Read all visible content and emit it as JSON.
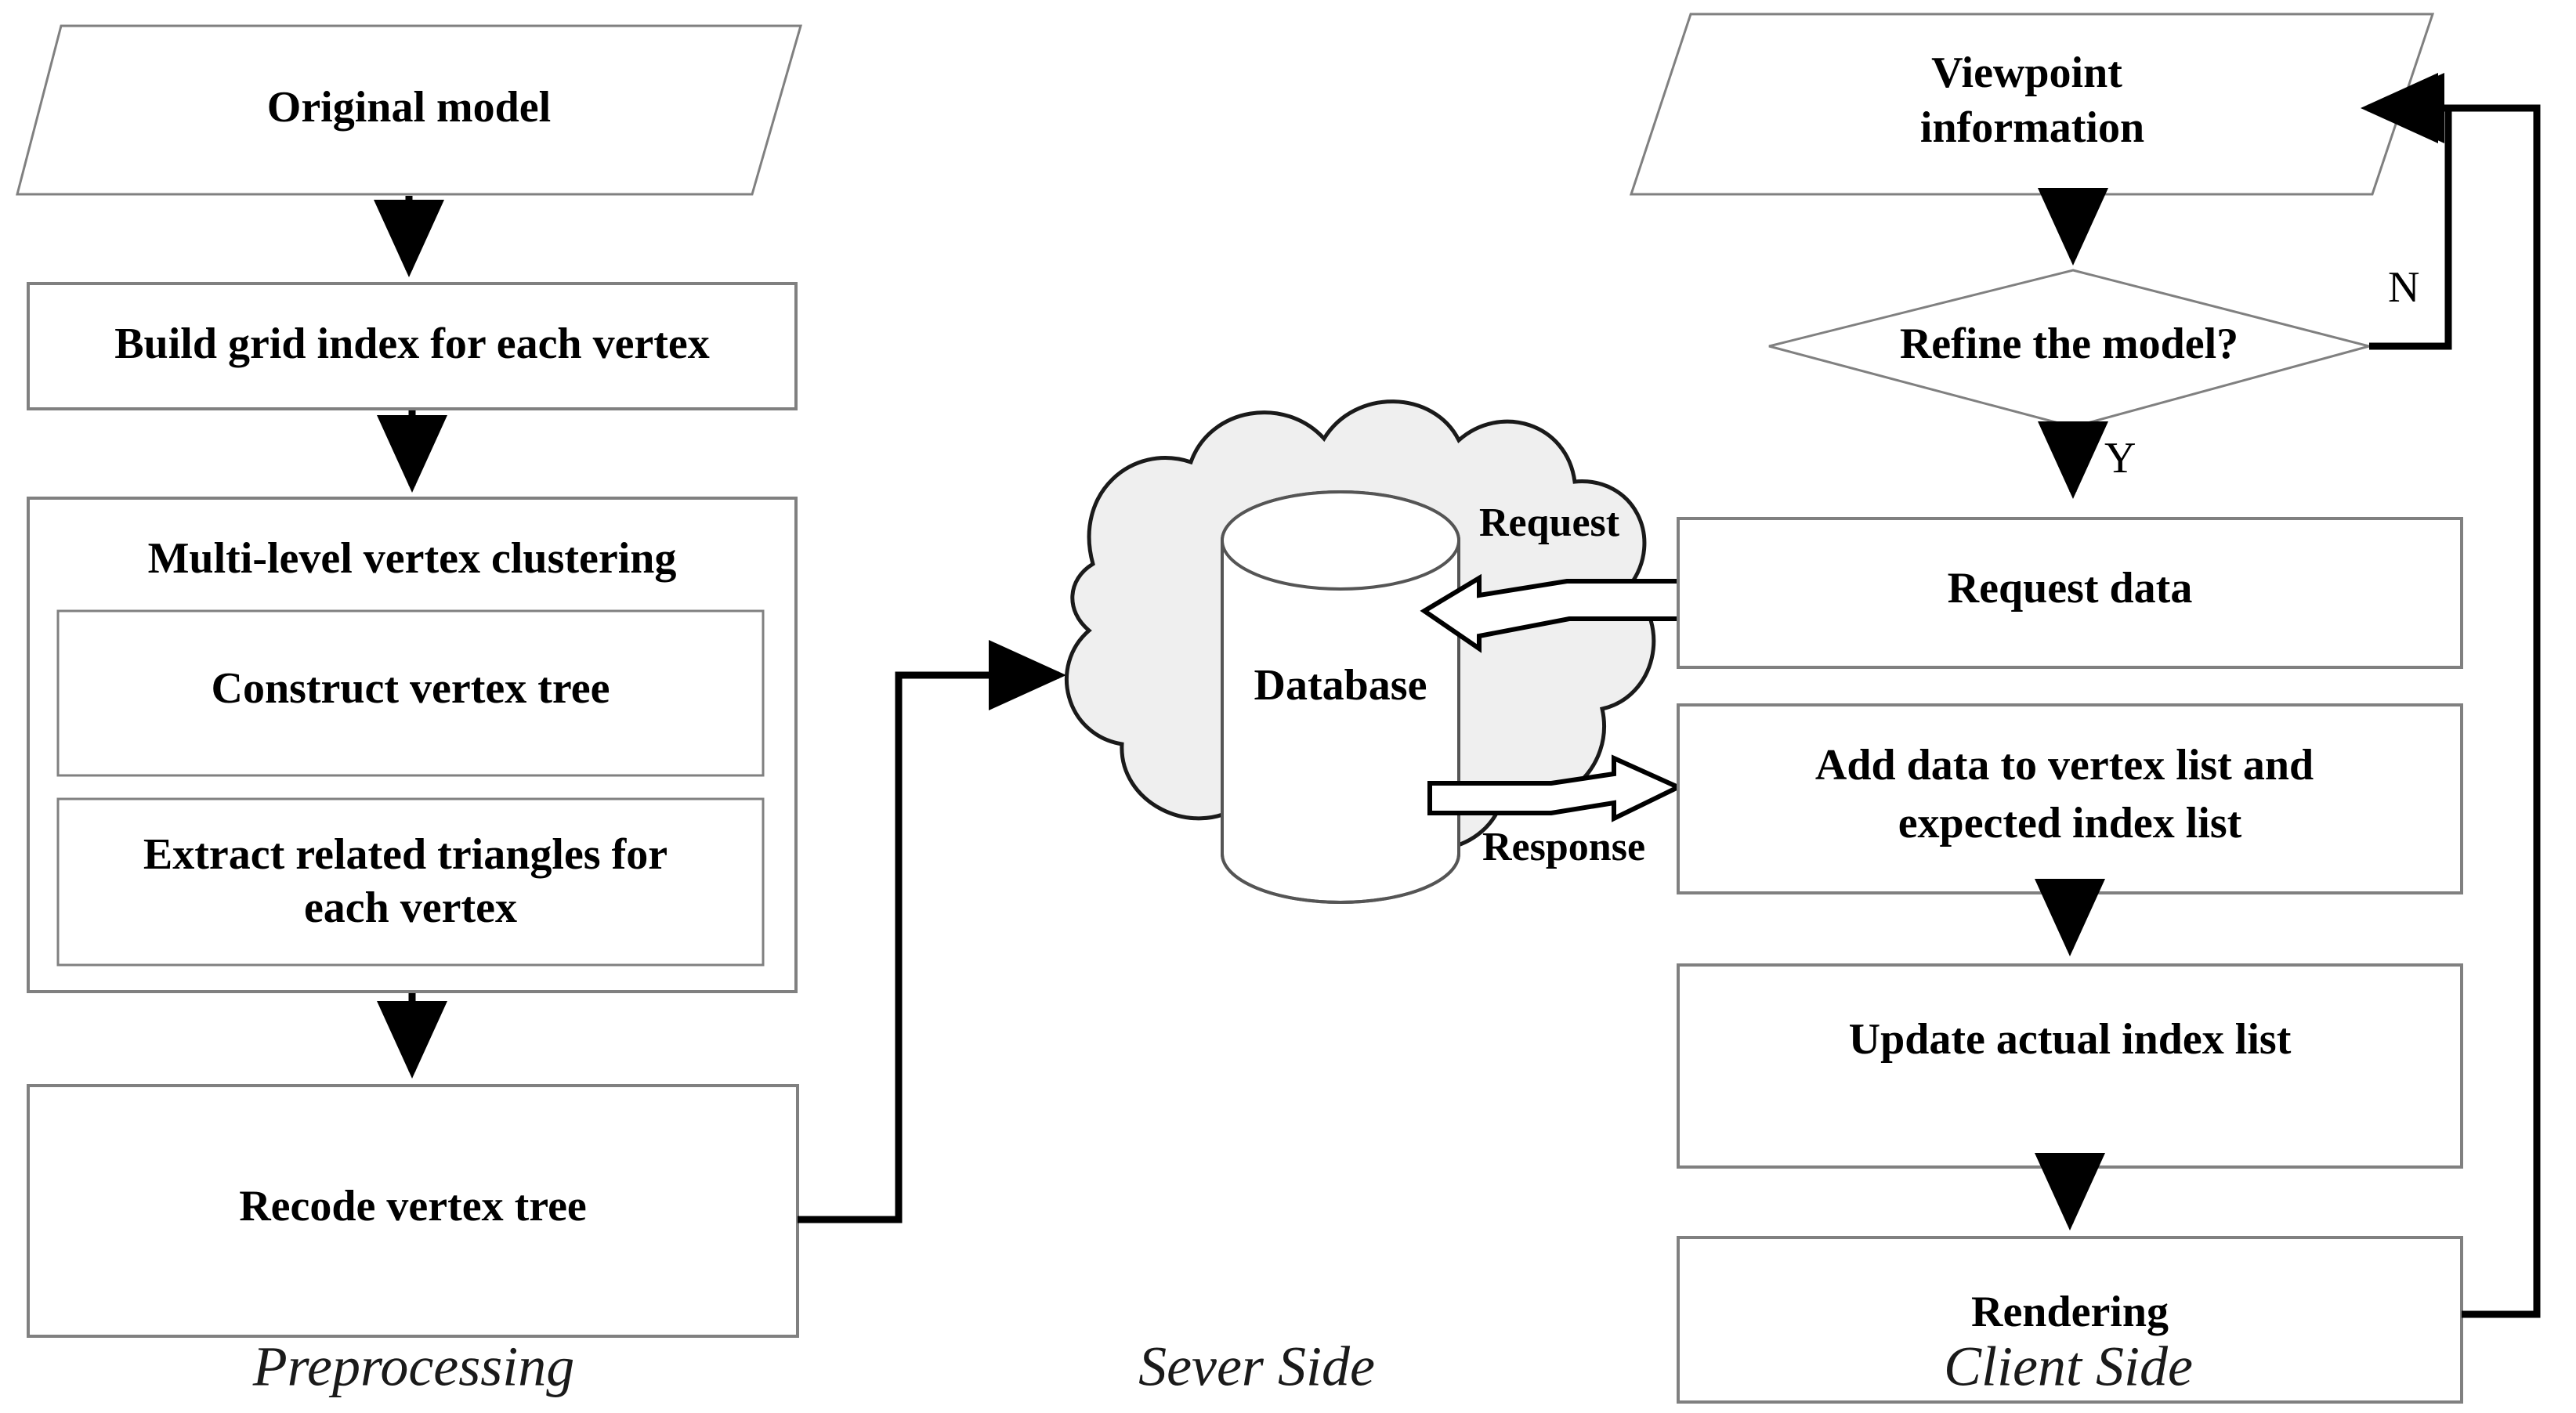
{
  "diagram": {
    "title": "Client-server progressive mesh streaming flowchart",
    "lanes": [
      {
        "id": "preprocessing",
        "label": "Preprocessing"
      },
      {
        "id": "server",
        "label": "Sever Side"
      },
      {
        "id": "client",
        "label": "Client Side"
      }
    ],
    "preprocessing": {
      "original_model": "Original model",
      "build_grid_index": "Build grid index for each vertex",
      "multi_level_clustering": "Multi-level vertex clustering",
      "construct_vertex_tree": "Construct vertex tree",
      "extract_triangles": "Extract related triangles for each vertex",
      "recode_vertex_tree": "Recode vertex tree"
    },
    "server": {
      "database": "Database"
    },
    "client": {
      "viewpoint_information": "Viewpoint information",
      "refine_decision": "Refine the model?",
      "request_data": "Request data",
      "add_data": "Add data to vertex list and expected index list",
      "update_index": "Update actual index list",
      "rendering": "Rendering"
    },
    "edges": {
      "request": "Request",
      "response": "Response",
      "branch_yes": "Y",
      "branch_no": "N"
    },
    "colors": {
      "background": "#ffffff",
      "box_stroke": "#808080",
      "cloud_fill": "#efefef",
      "cloud_stroke": "#1a1a1a",
      "line": "#000000",
      "text": "#000000"
    }
  }
}
